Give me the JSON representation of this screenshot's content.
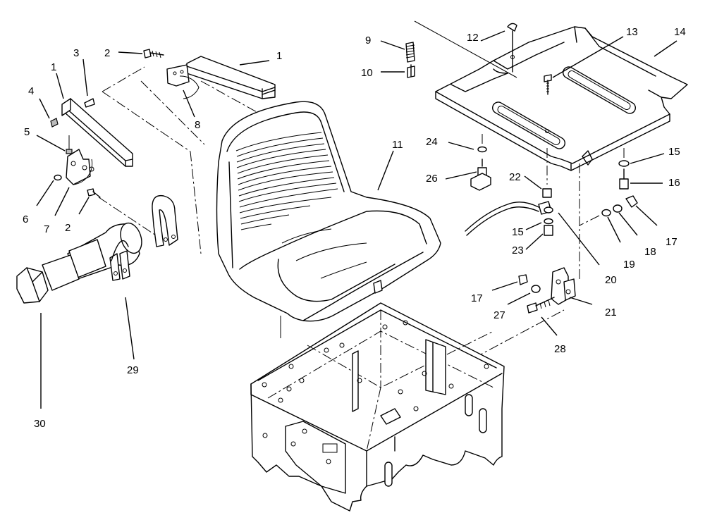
{
  "diagram": {
    "callouts": [
      {
        "id": "c-1a",
        "text": "1"
      },
      {
        "id": "c-1b",
        "text": "1"
      },
      {
        "id": "c-2a",
        "text": "2"
      },
      {
        "id": "c-2b",
        "text": "2"
      },
      {
        "id": "c-3",
        "text": "3"
      },
      {
        "id": "c-4",
        "text": "4"
      },
      {
        "id": "c-5",
        "text": "5"
      },
      {
        "id": "c-6",
        "text": "6"
      },
      {
        "id": "c-7",
        "text": "7"
      },
      {
        "id": "c-8",
        "text": "8"
      },
      {
        "id": "c-9",
        "text": "9"
      },
      {
        "id": "c-10",
        "text": "10"
      },
      {
        "id": "c-11",
        "text": "11"
      },
      {
        "id": "c-12",
        "text": "12"
      },
      {
        "id": "c-13",
        "text": "13"
      },
      {
        "id": "c-14",
        "text": "14"
      },
      {
        "id": "c-15a",
        "text": "15"
      },
      {
        "id": "c-15b",
        "text": "15"
      },
      {
        "id": "c-16",
        "text": "16"
      },
      {
        "id": "c-17a",
        "text": "17"
      },
      {
        "id": "c-17b",
        "text": "17"
      },
      {
        "id": "c-18",
        "text": "18"
      },
      {
        "id": "c-19",
        "text": "19"
      },
      {
        "id": "c-20",
        "text": "20"
      },
      {
        "id": "c-21",
        "text": "21"
      },
      {
        "id": "c-22",
        "text": "22"
      },
      {
        "id": "c-23",
        "text": "23"
      },
      {
        "id": "c-24",
        "text": "24"
      },
      {
        "id": "c-26",
        "text": "26"
      },
      {
        "id": "c-27",
        "text": "27"
      },
      {
        "id": "c-28",
        "text": "28"
      },
      {
        "id": "c-29",
        "text": "29"
      },
      {
        "id": "c-30",
        "text": "30"
      }
    ]
  }
}
